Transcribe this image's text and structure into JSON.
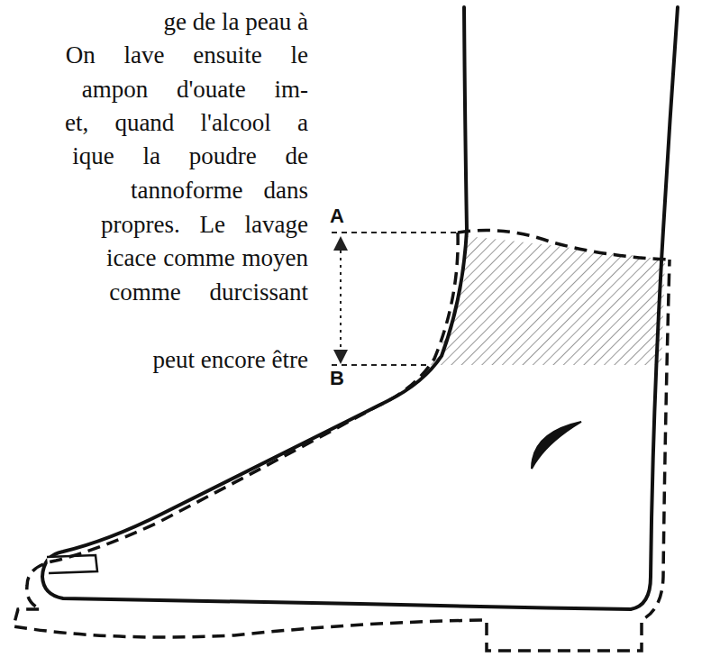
{
  "diagram": {
    "labels": [
      "ge de la peau à",
      "On lave ensuite le",
      "ampon d'ouate im-",
      "et, quand l'alcool a",
      "ique la poudre de",
      "tannoforme dans",
      "propres. Le lavage",
      "icace comme moyen",
      "comme durcissant",
      "peut encore être",
      "A",
      "B"
    ]
  }
}
